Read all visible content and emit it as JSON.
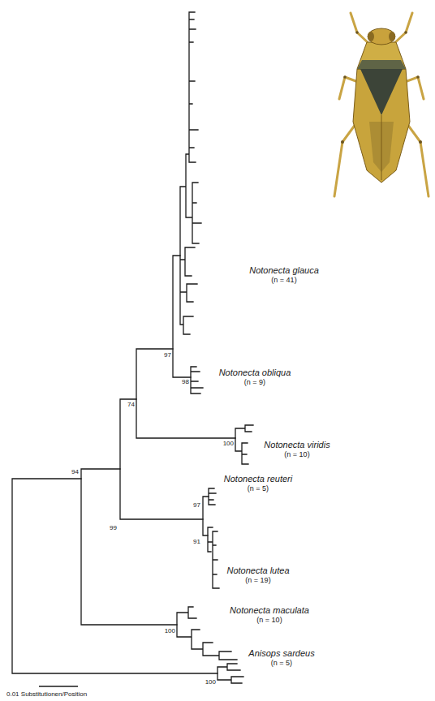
{
  "diagram": {
    "labels": [
      "Notonecta glauca",
      "(n = 41)",
      "97",
      "98",
      "Notonecta obliqua",
      "(n = 9)",
      "74",
      "100",
      "Notonecta viridis",
      "(n = 10)",
      "94",
      "Notonecta reuteri",
      "(n = 5)",
      "97",
      "99",
      "91",
      "Notonecta lutea",
      "(n = 19)",
      "100",
      "Notonecta maculata",
      "(n = 10)",
      "Anisops sardeus",
      "(n = 5)",
      "100",
      "0.01 Substitutionen/Position"
    ]
  }
}
